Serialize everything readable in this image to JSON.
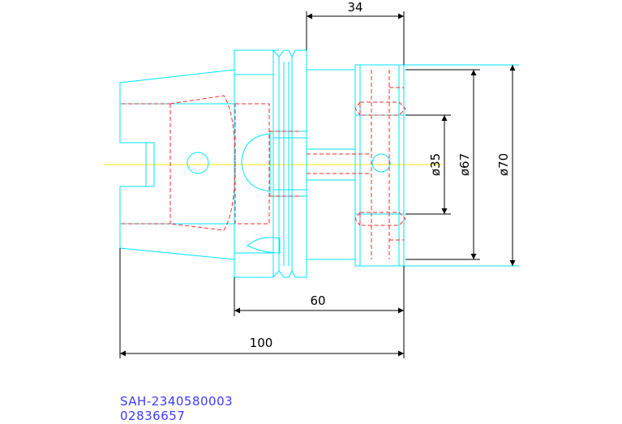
{
  "dimensions": {
    "top_length": "34",
    "length_60": "60",
    "total_length": "100",
    "diameter_35": "ø35",
    "diameter_67": "ø67",
    "diameter_70": "ø70"
  },
  "labels": {
    "part_number": "SAH-2340580003",
    "code": "02836657"
  },
  "colors": {
    "outline": "#00e5ff",
    "hidden": "#ff2a2a",
    "centerline": "#ffe600",
    "dimension": "#000000",
    "caption": "#3b3bff"
  }
}
